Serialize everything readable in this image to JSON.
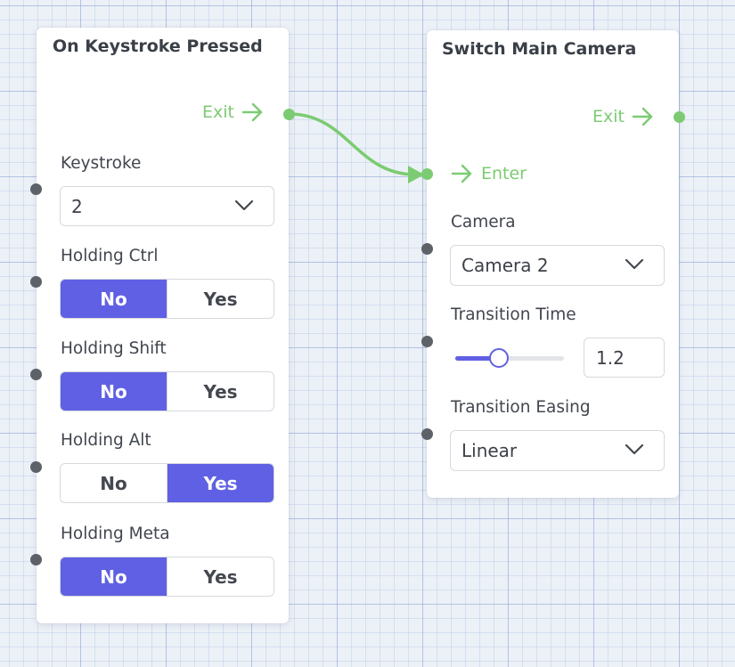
{
  "colors": {
    "accent": "#6060e4",
    "flow": "#7ccb72",
    "input_pin": "#5d6168",
    "panel": "#ffffff",
    "text": "#41464e"
  },
  "node_keystroke": {
    "title": "On Keystroke Pressed",
    "exit_label": "Exit",
    "exit_icon": "arrow-right-icon",
    "keystroke": {
      "label": "Keystroke",
      "value": "2",
      "icon": "chevron-down-icon"
    },
    "holding_ctrl": {
      "label": "Holding Ctrl",
      "options": [
        "No",
        "Yes"
      ],
      "selected": "No"
    },
    "holding_shift": {
      "label": "Holding Shift",
      "options": [
        "No",
        "Yes"
      ],
      "selected": "No"
    },
    "holding_alt": {
      "label": "Holding Alt",
      "options": [
        "No",
        "Yes"
      ],
      "selected": "Yes"
    },
    "holding_meta": {
      "label": "Holding Meta",
      "options": [
        "No",
        "Yes"
      ],
      "selected": "No"
    }
  },
  "node_camera": {
    "title": "Switch Main Camera",
    "exit_label": "Exit",
    "enter_label": "Enter",
    "camera": {
      "label": "Camera",
      "value": "Camera 2",
      "icon": "chevron-down-icon"
    },
    "transition_time": {
      "label": "Transition Time",
      "value": "1.2",
      "slider_fraction": 0.4
    },
    "transition_easing": {
      "label": "Transition Easing",
      "value": "Linear",
      "icon": "chevron-down-icon"
    }
  }
}
